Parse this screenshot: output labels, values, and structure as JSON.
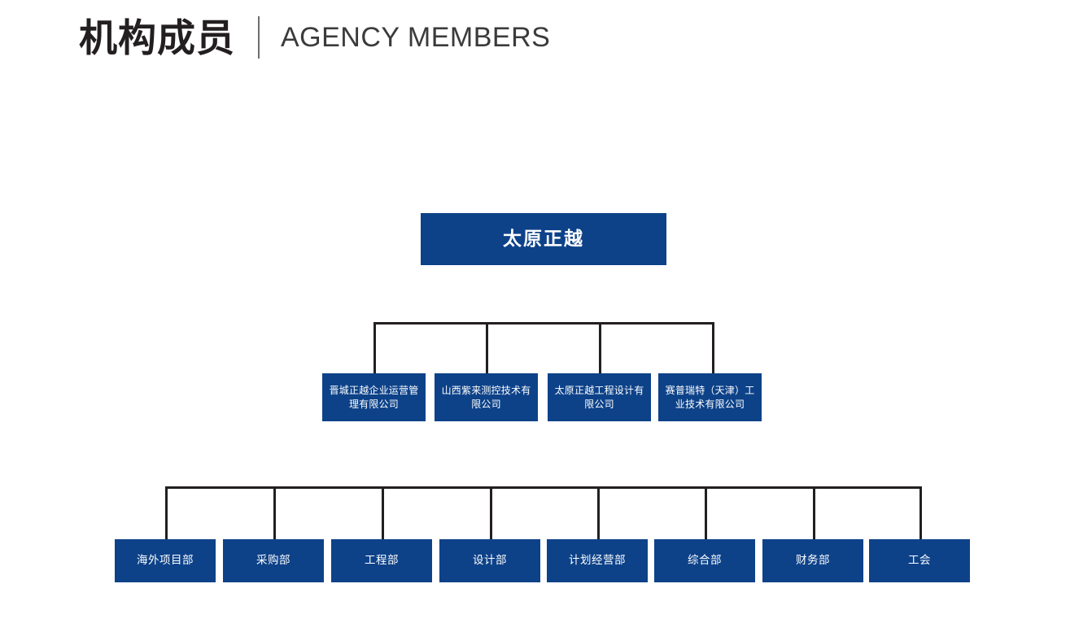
{
  "header": {
    "title_cn": "机构成员",
    "title_en": "AGENCY MEMBERS",
    "divider": "vertical-rule"
  },
  "theme": {
    "node_fill": "#0d4289",
    "node_text": "#ffffff",
    "line_color": "#231f20",
    "background": "#ffffff",
    "title_color": "#231f20"
  },
  "chart_data": {
    "type": "org-chart",
    "title": "机构成员",
    "root": {
      "label": "太原正越"
    },
    "level2": [
      {
        "label": "晋城正越企业运营管理有限公司"
      },
      {
        "label": "山西紫来测控技术有限公司"
      },
      {
        "label": "太原正越工程设计有限公司"
      },
      {
        "label": "赛普瑞特（天津）工业技术有限公司"
      }
    ],
    "level3": [
      {
        "label": "海外项目部"
      },
      {
        "label": "采购部"
      },
      {
        "label": "工程部"
      },
      {
        "label": "设计部"
      },
      {
        "label": "计划经营部"
      },
      {
        "label": "综合部"
      },
      {
        "label": "财务部"
      },
      {
        "label": "工会"
      }
    ],
    "level2_count": 4,
    "level3_count": 8
  }
}
